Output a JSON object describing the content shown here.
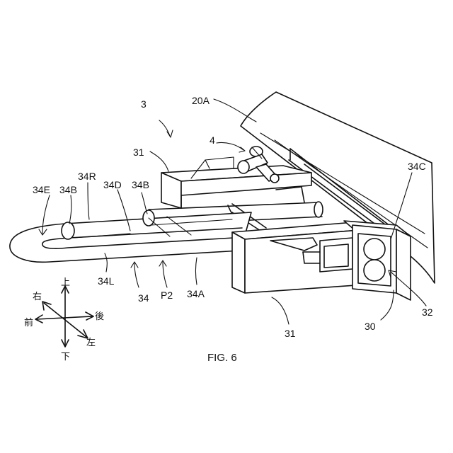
{
  "figure": {
    "caption": "FIG. 6",
    "labels": {
      "l3": "3",
      "l20A": "20A",
      "l4": "4",
      "l31_top": "31",
      "l34C": "34C",
      "l34E": "34E",
      "l34B_left": "34B",
      "l34R": "34R",
      "l34D": "34D",
      "l34B_mid": "34B",
      "l34L": "34L",
      "l34": "34",
      "lP2": "P2",
      "l34A": "34A",
      "l31_bottom": "31",
      "l30": "30",
      "l32": "32"
    },
    "directions": {
      "up": "上",
      "down": "下",
      "right": "右",
      "left": "左",
      "front": "前",
      "back": "後"
    }
  }
}
